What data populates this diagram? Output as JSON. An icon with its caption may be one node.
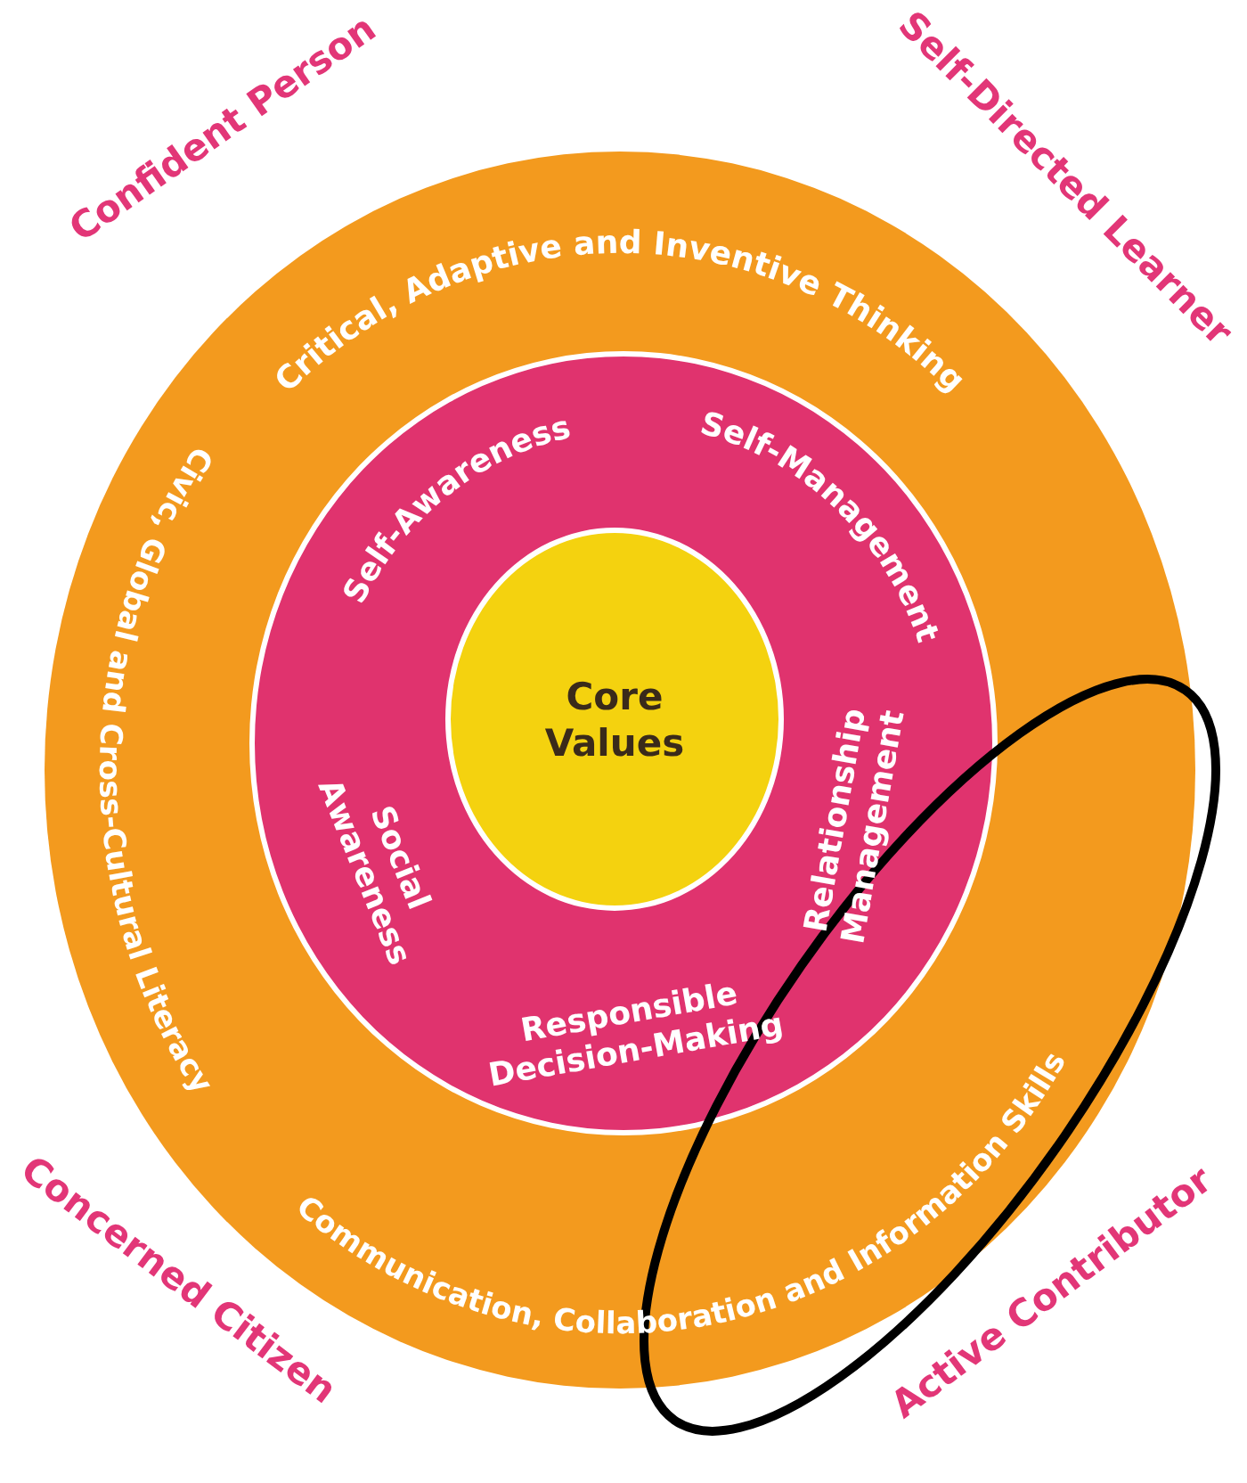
{
  "diagram": {
    "nodes": [
      {
        "text": [
          "Critical, Adaptive and Inventive Thinking",
          "Civic, Global and Cross-Cultural Literacy",
          "Communication, Collaboration and Information Skills"
        ]
      },
      {
        "text": [
          "Self-Awareness",
          "Self-Management",
          "Social Awareness",
          "Relationship Management",
          "Responsible Decision-Making"
        ],
        "in": 0
      },
      {
        "text": [
          "Core Values"
        ],
        "in": 1
      }
    ],
    "labels": [
      "Confident Person",
      "Self-Directed Learner",
      "Concerned Citizen",
      "Active Contributor"
    ]
  }
}
